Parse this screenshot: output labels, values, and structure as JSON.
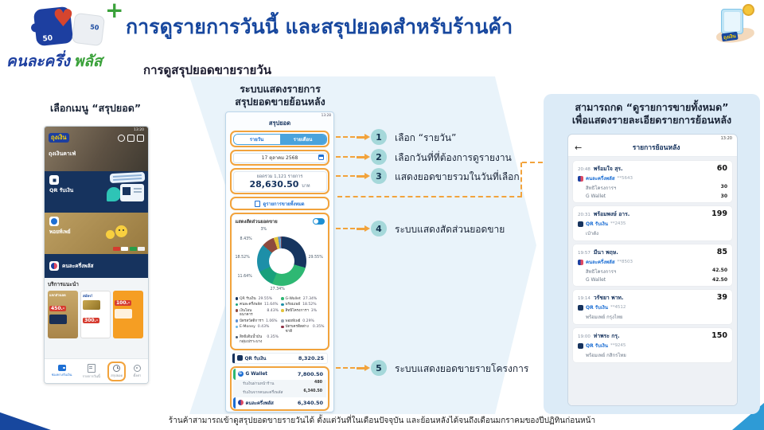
{
  "header": {
    "brand_part1": "คนละครึ่ง",
    "brand_part2": "พลัส",
    "badge_50_a": "50",
    "badge_50_b": "50",
    "plus_sign": "+",
    "heart": "♥",
    "title": "การดูรายการวันนี้ และสรุปยอดสำหรับร้านค้า",
    "subtitle": "การดูสรุปยอดขายรายวัน",
    "app_logo_label": "ถุงเงิน"
  },
  "left_panel": {
    "caption": "เลือกเมนู “สรุปยอด”",
    "phone": {
      "status_time": "13:20",
      "app_name": "ถุงเงิน",
      "shop_name": "ถุงเงินคาเฟ่",
      "card_qr_label": "QR รับเงิน",
      "card_pointpay_label": "พอยท์เพย์",
      "card_halfhalf_label": "คนละครึ่งพลัส",
      "services_title": "บริการแนะนำ",
      "promos": [
        {
          "line": "แจกส่วนลด",
          "amount": "450.-"
        },
        {
          "line": "สมัคร!",
          "amount": "300.-"
        },
        {
          "line": "",
          "amount": "100.-"
        }
      ],
      "nav_items": [
        {
          "label": "ช่องทางรับเงิน"
        },
        {
          "label": "รายการวันนี้"
        },
        {
          "label": "สรุปยอด"
        },
        {
          "label": "ตั้งค่า"
        }
      ]
    }
  },
  "middle_panel": {
    "caption_line1": "ระบบแสดงรายการ",
    "caption_line2": "สรุปยอดขายย้อนหลัง",
    "phone": {
      "status_time": "13:28",
      "title": "สรุปยอด",
      "tab_daily": "รายวัน",
      "tab_monthly": "รายเดือน",
      "date_value": "17 ตุลาคม 2568",
      "total_label": "ยอดรวม 1,121 รายการ",
      "total_amount": "28,630.50",
      "total_unit": "บาท",
      "view_all_link": "ดูรายการขายทั้งหมด",
      "chart_title": "แสดงสัดส่วนยอดขาย",
      "rows": {
        "qr_label": "QR รับเงิน",
        "qr_amount": "8,320.25",
        "gwallet_label": "G Wallet",
        "gwallet_amount": "7,800.50",
        "sub1_label": "รับเงินผ่านหน้าร้าน",
        "sub1_amount": "480",
        "sub2_label": "รับเงินจากคนละครึ่งพลัส",
        "sub2_amount": "6,340.50",
        "half_label": "คนละครึ่งพลัส",
        "half_amount": "6,340.50"
      }
    }
  },
  "chart_data": {
    "type": "pie",
    "title": "แสดงสัดส่วนยอดขาย",
    "slices": [
      {
        "label": "QR รับเงิน",
        "value": 29.55,
        "pct": "29.55%",
        "color": "#16355f"
      },
      {
        "label": "G-Wallet",
        "value": 27.34,
        "pct": "27.34%",
        "color": "#2eb873"
      },
      {
        "label": "คนละครึ่งพลัส",
        "value": 11.64,
        "pct": "11.64%",
        "color": "#18a07c"
      },
      {
        "label": "พร้อมเพย์",
        "value": 18.52,
        "pct": "18.52%",
        "color": "#1d8fa8"
      },
      {
        "label": "เงินโอนธนาคาร",
        "value": 8.43,
        "pct": "8.43%",
        "color": "#8e4a3d"
      },
      {
        "label": "สิทธิโครงการฯ",
        "value": 3.0,
        "pct": "3%",
        "color": "#e3c33a"
      },
      {
        "label": "บัตรสวัสดิการฯ",
        "value": 1.06,
        "pct": "1.06%",
        "color": "#5a8fd4"
      },
      {
        "label": "พอยท์เพย์",
        "value": 0.29,
        "pct": "0.29%",
        "color": "#98a4b3"
      },
      {
        "label": "E-Money",
        "value": 0.43,
        "pct": "0.43%",
        "color": "#6ab7e6"
      },
      {
        "label": "บัตรเครดิตต่างชาติ",
        "value": 0.35,
        "pct": "0.35%",
        "color": "#8e2f45"
      },
      {
        "label": "สิทธิเติมน้ำมันกลุ่มเปราะบาง",
        "value": 0.35,
        "pct": "0.35%",
        "color": "#44586e"
      }
    ]
  },
  "callouts": [
    {
      "number": "1",
      "text": "เลือก “รายวัน”"
    },
    {
      "number": "2",
      "text": "เลือกวันที่ที่ต้องการดูรายงาน"
    },
    {
      "number": "3",
      "text": "แสดงยอดขายรวมในวันที่เลือก"
    },
    {
      "number": "4",
      "text": "ระบบแสดงสัดส่วนยอดขาย"
    },
    {
      "number": "5",
      "text": "ระบบแสดงยอดขายรายโครงการ"
    }
  ],
  "right_panel": {
    "caption_line1": "สามารถกด “ดูรายการขายทั้งหมด”",
    "caption_line2": "เพื่อแสดงรายละเอียดรายการย้อนหลัง",
    "phone": {
      "status_time": "13:20",
      "back_icon": "←",
      "header_title": "รายการย้อนหลัง",
      "transactions": [
        {
          "time": "20:48",
          "name": "พร้อมใจ สุร.",
          "amount": "60",
          "channel": "คนละครึ่งพลัส",
          "ref": "**5643",
          "icon_bg": "linear-gradient(90deg,#1d3fa0 50%,#e04a63 50%)",
          "lines": [
            {
              "label": "สิทธิโครงการฯ",
              "value": "30"
            },
            {
              "label": "G Wallet",
              "value": "30"
            }
          ]
        },
        {
          "time": "20:31",
          "name": "พร้อมพงษ์ อาร.",
          "amount": "199",
          "channel": "QR รับเงิน",
          "ref": "**2435",
          "icon_bg": "#16335e",
          "lines": [
            {
              "label": "เป๋าตัง",
              "value": ""
            }
          ]
        },
        {
          "time": "19:57",
          "name": "มีนา พฤษ.",
          "amount": "85",
          "channel": "คนละครึ่งพลัส",
          "ref": "**8503",
          "icon_bg": "linear-gradient(90deg,#1d3fa0 50%,#e04a63 50%)",
          "lines": [
            {
              "label": "สิทธิโครงการฯ",
              "value": "42.50"
            },
            {
              "label": "G Wallet",
              "value": "42.50"
            }
          ]
        },
        {
          "time": "19:14",
          "name": "วรัชยา พาท.",
          "amount": "39",
          "channel": "QR รับเงิน",
          "ref": "**4512",
          "icon_bg": "#16335e",
          "lines": [
            {
              "label": "พร้อมเพย์ กรุงไทย",
              "value": ""
            }
          ]
        },
        {
          "time": "19:00",
          "name": "ท่าพระ กรุ.",
          "amount": "150",
          "channel": "QR รับเงิน",
          "ref": "**9245",
          "icon_bg": "#16335e",
          "lines": [
            {
              "label": "พร้อมเพย์ กสิกรไทย",
              "value": ""
            }
          ]
        }
      ]
    }
  },
  "footnote": "ร้านค้าสามารถเข้าดูสรุปยอดขายรายวันได้ ตั้งแต่วันที่ในเดือนปัจจุบัน และย้อนหลังได้จนถึงเดือนมกราคมของปีปฏิทินก่อนหน้า",
  "colors": {
    "accent_orange": "#f2a33c",
    "navy": "#16335e",
    "title_blue": "#17479e",
    "link_blue": "#1d6fd4",
    "panel_blue": "#dcebf7",
    "callout_teal": "#a5d8da"
  }
}
